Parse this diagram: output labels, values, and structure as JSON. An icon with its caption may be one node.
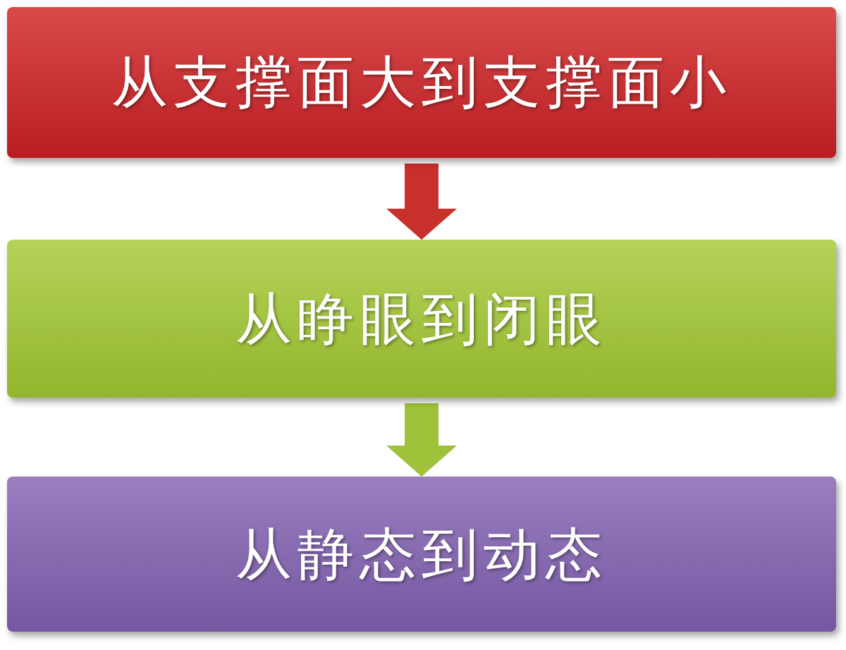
{
  "diagram": {
    "nodes": [
      {
        "text": [
          "从支撑面大到支撑面小"
        ]
      },
      {
        "text": [
          "从睁眼到闭眼"
        ]
      },
      {
        "text": [
          "从静态到动态"
        ]
      }
    ],
    "edges": [
      {
        "from": 0,
        "to": 1,
        "arrow": "to",
        "color": "#c8302c"
      },
      {
        "from": 1,
        "to": 2,
        "arrow": "to",
        "color": "#9fc23a"
      }
    ]
  }
}
